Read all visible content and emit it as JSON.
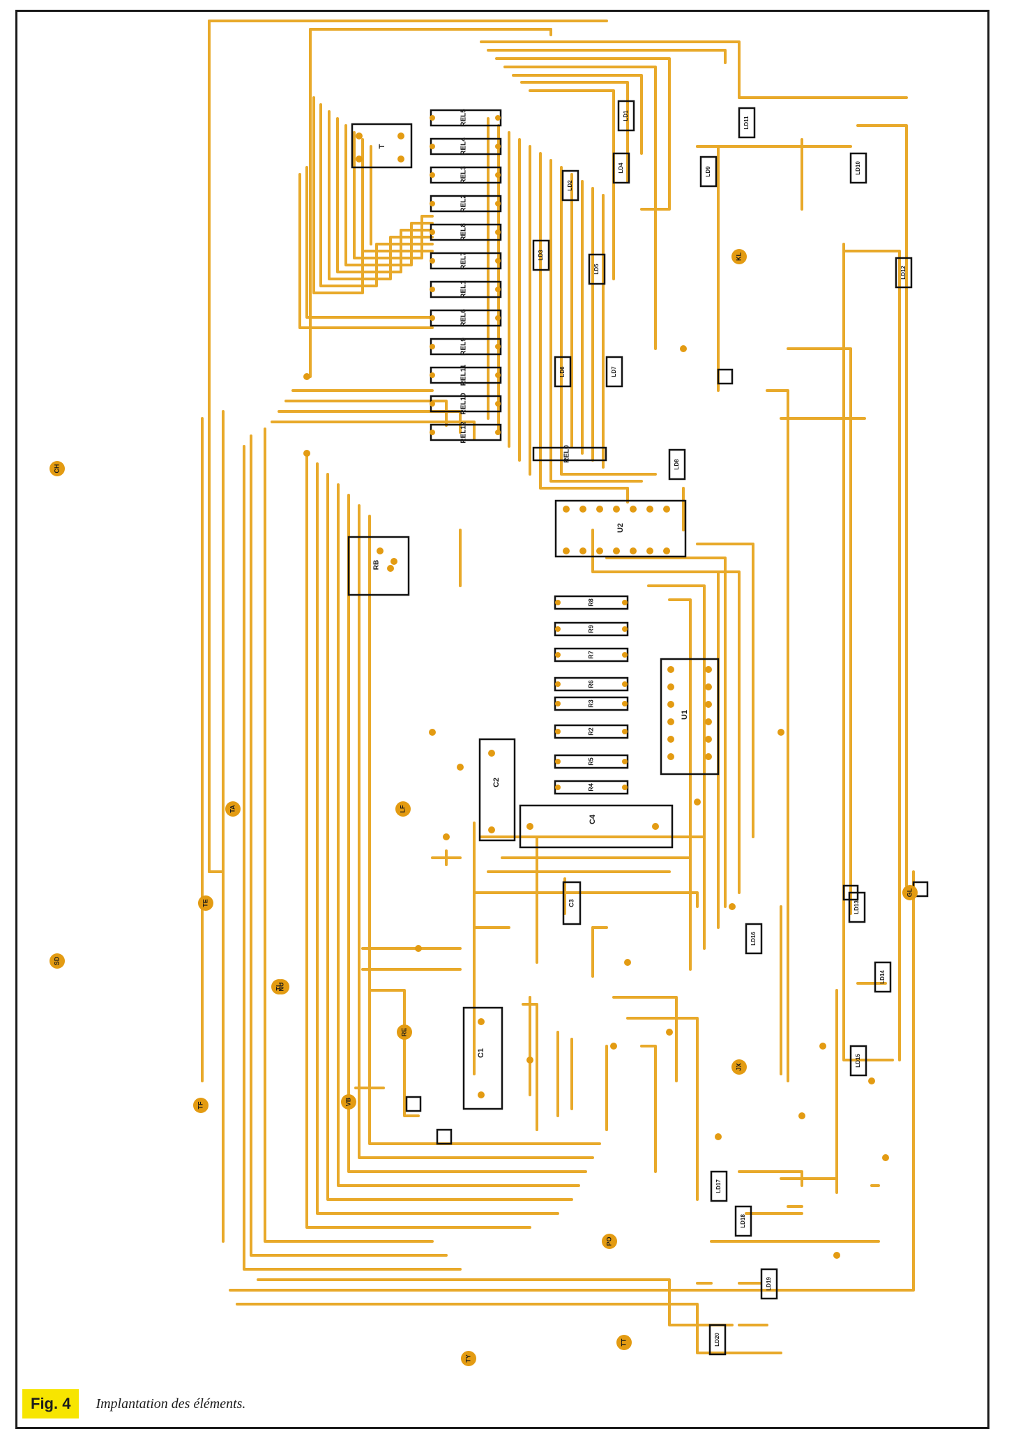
{
  "figure": {
    "label": "Fig. 4",
    "caption": "Implantation des éléments."
  },
  "colors": {
    "trace": "#e8a92a",
    "pad": "#e39b12",
    "outline": "#111111",
    "caption_bg": "#f7e500"
  },
  "relays": [
    "REL5",
    "REL4",
    "REL3",
    "REL2",
    "REL8",
    "REL7",
    "REL1",
    "REL6",
    "REL9",
    "REL11",
    "REL10",
    "REL12"
  ],
  "components": {
    "transformer": "T",
    "relay_main": "REL0",
    "ic_top": "U2",
    "ic_mid": "U1",
    "cap_c1": "C1",
    "cap_c2": "C2",
    "cap_c4": "C4",
    "cap_c3": "C3",
    "rb": "RB"
  },
  "resistors": [
    "R8",
    "R9",
    "R7",
    "R6",
    "R3",
    "R2",
    "R5",
    "R4"
  ],
  "leds": [
    "LD1",
    "LD2",
    "LD3",
    "LD4",
    "LD5",
    "LD6",
    "LD7",
    "LD8",
    "LD9",
    "LD10",
    "LD11",
    "LD12",
    "LD13",
    "LD14",
    "LD15",
    "LD16",
    "LD17",
    "LD18",
    "LD19",
    "LD20"
  ],
  "connectors": [
    "CH",
    "SD",
    "TE",
    "TA",
    "TL",
    "NU",
    "TF",
    "RE",
    "VB",
    "TY",
    "TT",
    "LF",
    "PO",
    "KL",
    "JX",
    "GL"
  ]
}
